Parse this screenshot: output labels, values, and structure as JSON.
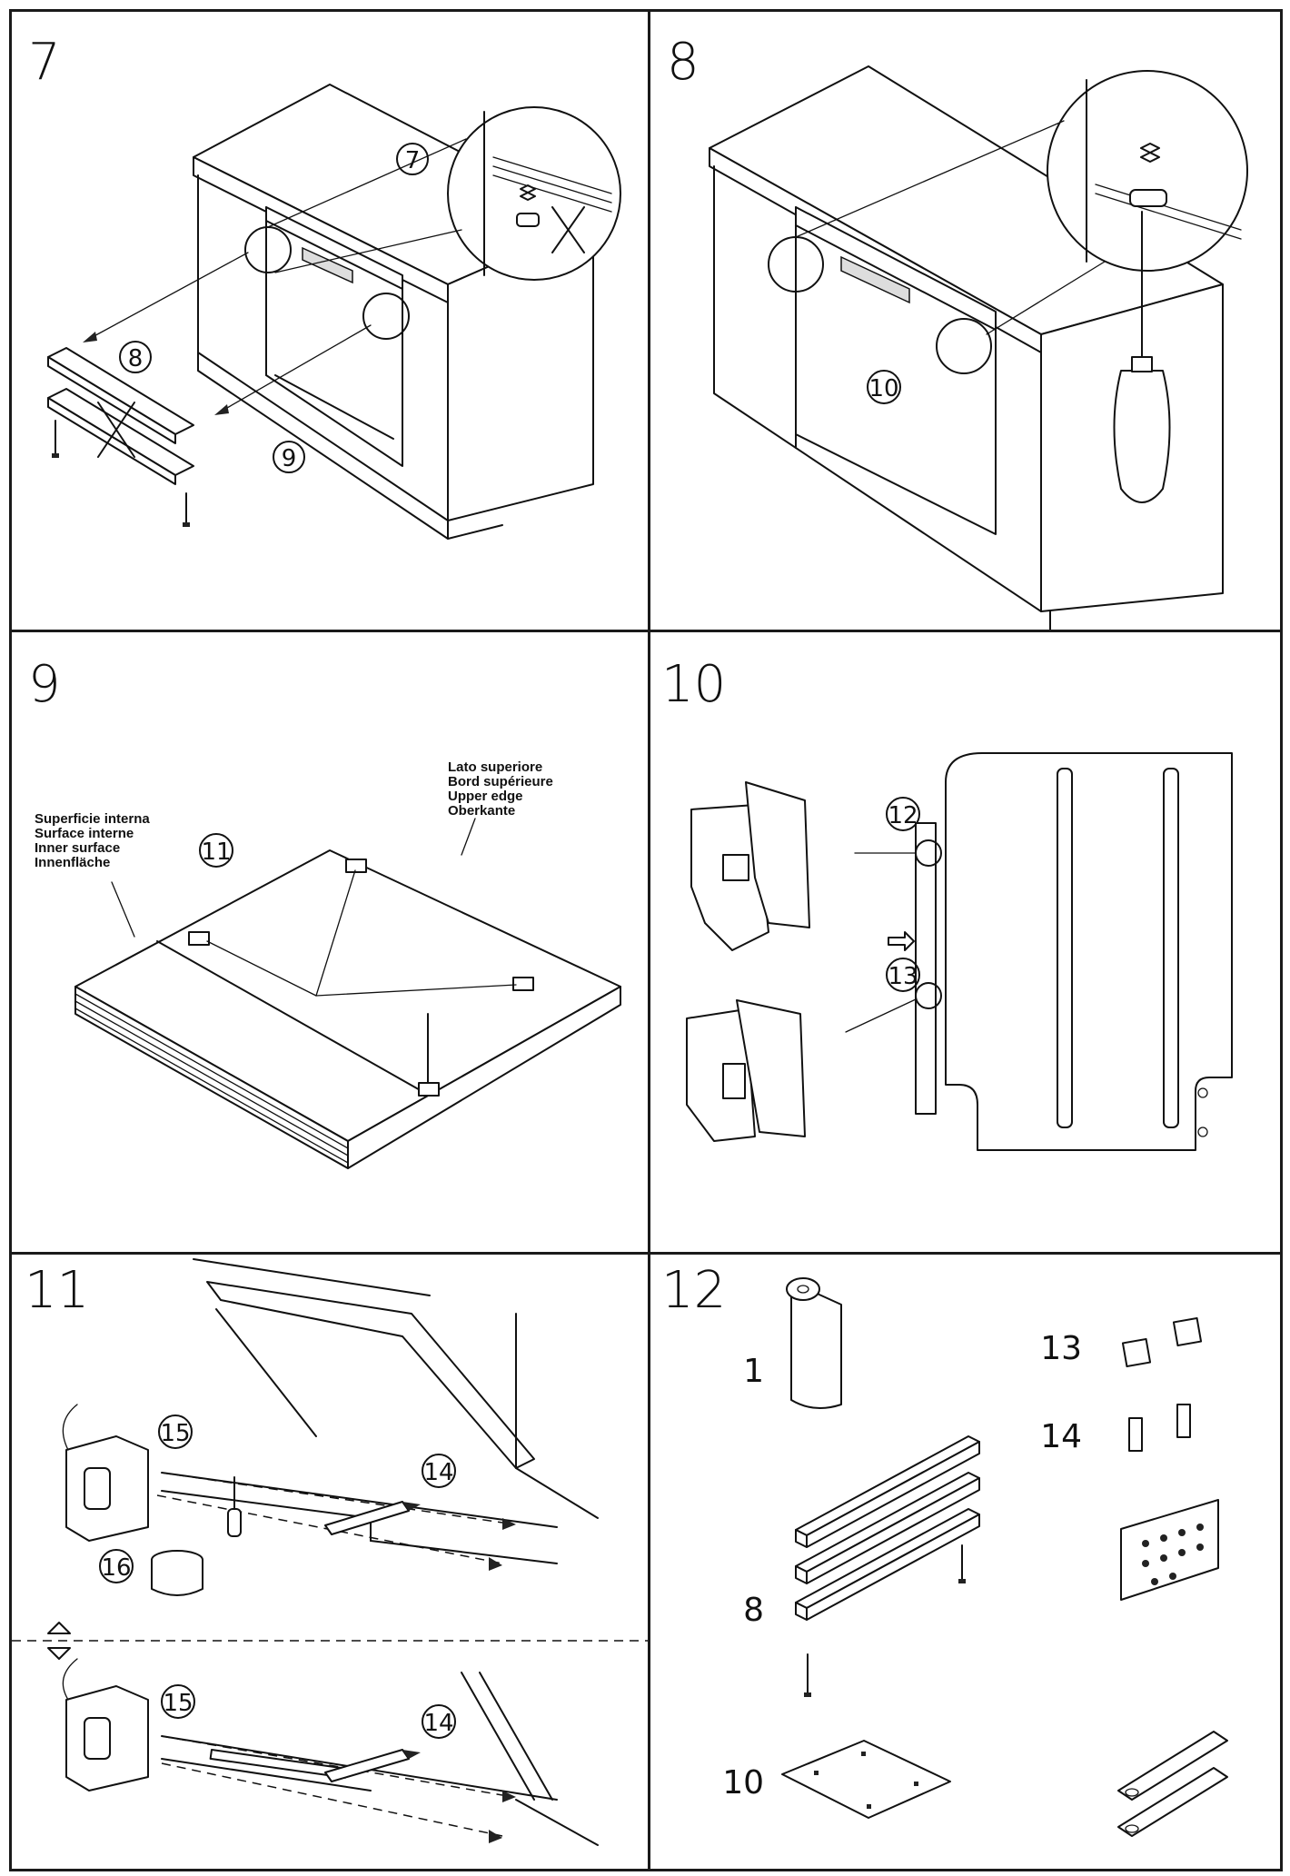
{
  "steps": {
    "s7": {
      "number": "7",
      "callouts": {
        "c7": "7",
        "c8": "8",
        "c9": "9"
      }
    },
    "s8": {
      "number": "8",
      "callouts": {
        "c10": "10"
      }
    },
    "s9": {
      "number": "9",
      "callouts": {
        "c11": "11"
      },
      "inner_surface_labels": [
        "Superficie interna",
        "Surface interne",
        "Inner surface",
        "Innenfläche"
      ],
      "upper_edge_labels": [
        "Lato superiore",
        "Bord supérieure",
        "Upper edge",
        "Oberkante"
      ]
    },
    "s10": {
      "number": "10",
      "callouts": {
        "c12": "12",
        "c13": "13"
      }
    },
    "s11": {
      "number": "11",
      "callouts": {
        "c15a": "15",
        "c14a": "14",
        "c16": "16",
        "c15b": "15",
        "c14b": "14"
      }
    },
    "s12": {
      "number": "12",
      "parts": {
        "p1": "1",
        "p13": "13",
        "p14": "14",
        "p8": "8",
        "p10": "10"
      }
    }
  },
  "colors": {
    "line": "#111111",
    "background": "#ffffff",
    "frame": "#1a1a1a"
  },
  "icons": [
    "screwdriver-icon",
    "hand-router-icon",
    "pencil-icon",
    "tape-roll-icon",
    "screw-icon"
  ]
}
